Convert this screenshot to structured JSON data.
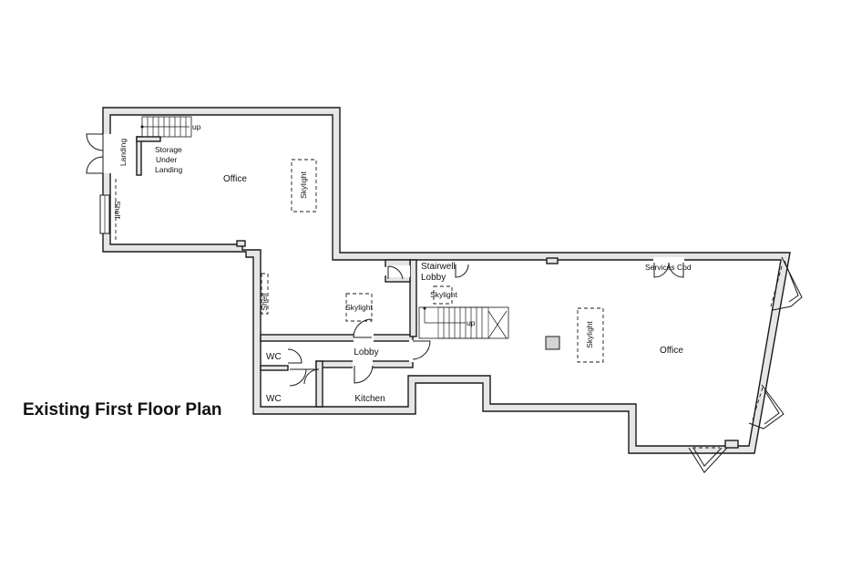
{
  "title": "Existing First Floor Plan",
  "rooms": {
    "office_main": "Office",
    "office_right": "Office",
    "landing": "Landing",
    "storage_line1": "Storage",
    "storage_line2": "Under",
    "storage_line3": "Landing",
    "shelf_left": "Shelf",
    "shelf_mid": "Shelf",
    "stairwell_line1": "Stairwell",
    "stairwell_line2": "Lobby",
    "lobby": "Lobby",
    "wc_upper": "WC",
    "wc_lower": "WC",
    "kitchen": "Kitchen",
    "services": "Services Cpd"
  },
  "skylights": {
    "main": "Skylight",
    "lobby": "Skylight",
    "stairwell": "Skylight",
    "right": "Skylight"
  },
  "stairs": {
    "upper_label": "up",
    "lower_label": "up"
  }
}
